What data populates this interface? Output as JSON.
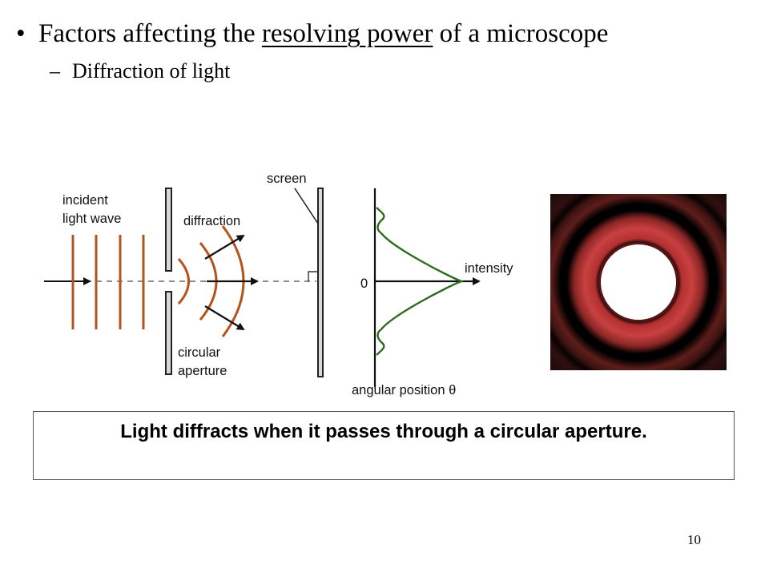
{
  "slide": {
    "bullet_symbol": "•",
    "heading_before": "Factors affecting the ",
    "heading_underlined": "resolving power",
    "heading_after": " of a microscope",
    "sub_dash": "–",
    "sub_bullet": "Diffraction of light",
    "page_number": "10"
  },
  "figure": {
    "incident_label_line1": "incident",
    "incident_label_line2": "light wave",
    "diffraction_label": "diffraction",
    "screen_label": "screen",
    "aperture_label_line1": "circular",
    "aperture_label_line2": "aperture",
    "zero_label": "0",
    "intensity_label": "intensity",
    "angular_position_label": "angular position θ",
    "colors": {
      "wave": "#b5531d",
      "curve": "#2e6b1f",
      "ring": "#c0392b",
      "dark": "#1a1a1a"
    }
  },
  "caption": {
    "text": "Light diffracts when it passes through a circular aperture."
  }
}
